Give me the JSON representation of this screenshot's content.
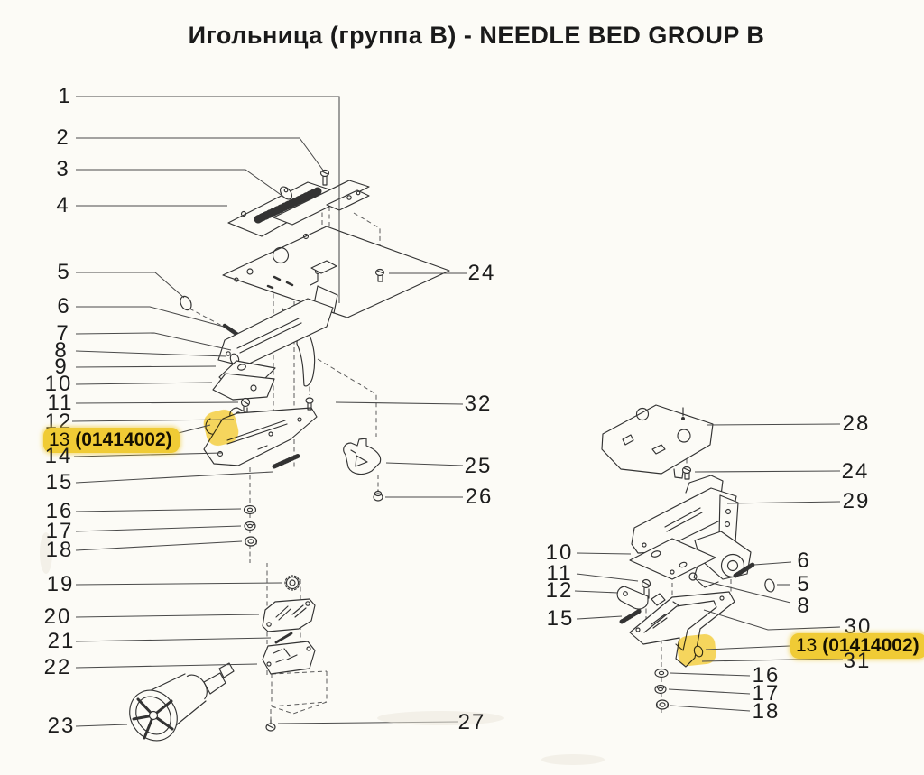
{
  "title": "Игольница (группа B) - NEEDLE BED GROUP B",
  "highlight_color": "#f0cb35",
  "callouts": {
    "n1": "1",
    "n2": "2",
    "n3": "3",
    "n4": "4",
    "n5": "5",
    "n6": "6",
    "n7": "7",
    "n8": "8",
    "n9": "9",
    "n10": "10",
    "n11": "11",
    "n12": "12",
    "n14": "14",
    "n15": "15",
    "n16": "16",
    "n17": "17",
    "n18": "18",
    "n19": "19",
    "n20": "20",
    "n21": "21",
    "n22": "22",
    "n23": "23",
    "n24": "24",
    "n25": "25",
    "n26": "26",
    "n27": "27",
    "n32": "32",
    "r10": "10",
    "r11": "11",
    "r12": "12",
    "r15": "15",
    "r28": "28",
    "r24": "24",
    "r29": "29",
    "r6": "6",
    "r5": "5",
    "r8": "8",
    "r30": "30",
    "r31": "31",
    "r16": "16",
    "r17": "17",
    "r18": "18",
    "hl_num": "13",
    "hl_code": "(01414002)"
  }
}
